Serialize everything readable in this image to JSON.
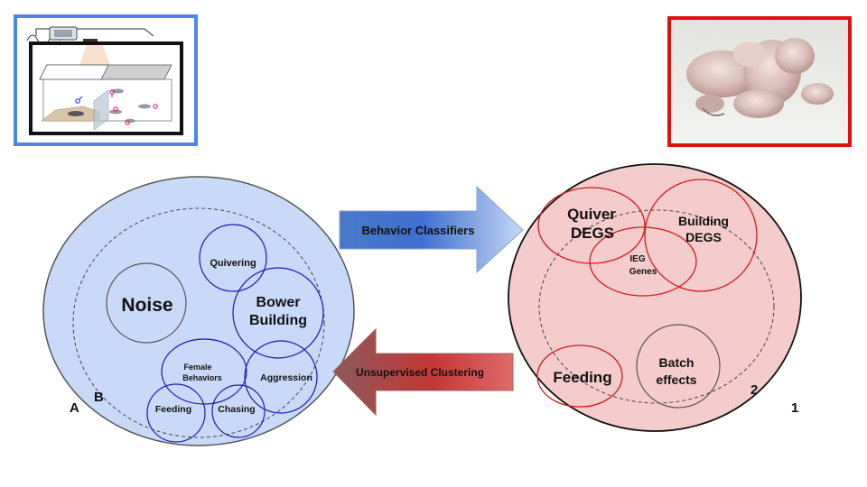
{
  "left_panel": {
    "outer_letters": {
      "a": "A",
      "b": "B"
    },
    "noise": "Noise",
    "quivering": "Quivering",
    "bower_line1": "Bower",
    "bower_line2": "Building",
    "female_line1": "Female",
    "female_line2": "Behaviors",
    "aggression": "Aggression",
    "feeding": "Feeding",
    "chasing": "Chasing"
  },
  "right_panel": {
    "label_outer": "1",
    "label_inner": "2",
    "quiver_line1": "Quiver",
    "quiver_line2": "DEGS",
    "building_line1": "Building",
    "building_line2": "DEGS",
    "ieg_line1": "IEG",
    "ieg_line2": "Genes",
    "feeding": "Feeding",
    "batch_line1": "Batch",
    "batch_line2": "effects"
  },
  "arrows": {
    "forward_label": "Behavior Classifiers",
    "backward_label": "Unsupervised Clustering"
  },
  "colors": {
    "left_fill": "#c9daf8",
    "left_circles": "#1a1ab8",
    "right_fill": "#f4cccc",
    "right_circles": "#d11a1a",
    "left_frame": "#4a86e8",
    "right_frame": "#e01010"
  }
}
